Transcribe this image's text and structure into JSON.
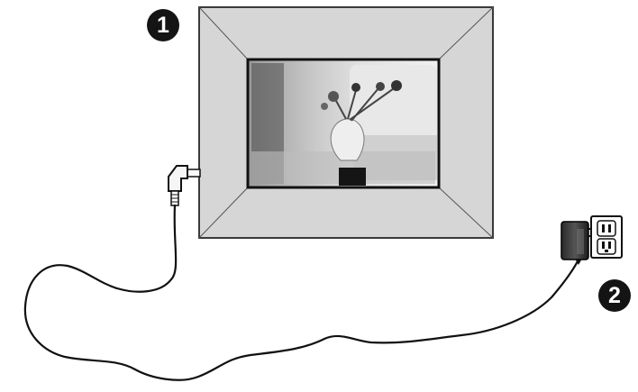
{
  "steps": [
    {
      "number": "1",
      "subject": "digital-photo-frame"
    },
    {
      "number": "2",
      "subject": "power-adapter-wall-outlet"
    }
  ],
  "colors": {
    "frame_fill": "#d6d6d6",
    "frame_stroke": "#3a3a3a",
    "cable": "#111111",
    "badge": "#141414",
    "badge_text": "#ffffff"
  },
  "icons": [
    "photo-frame-icon",
    "dc-plug-icon",
    "cable-icon",
    "power-adapter-icon",
    "wall-outlet-icon"
  ]
}
